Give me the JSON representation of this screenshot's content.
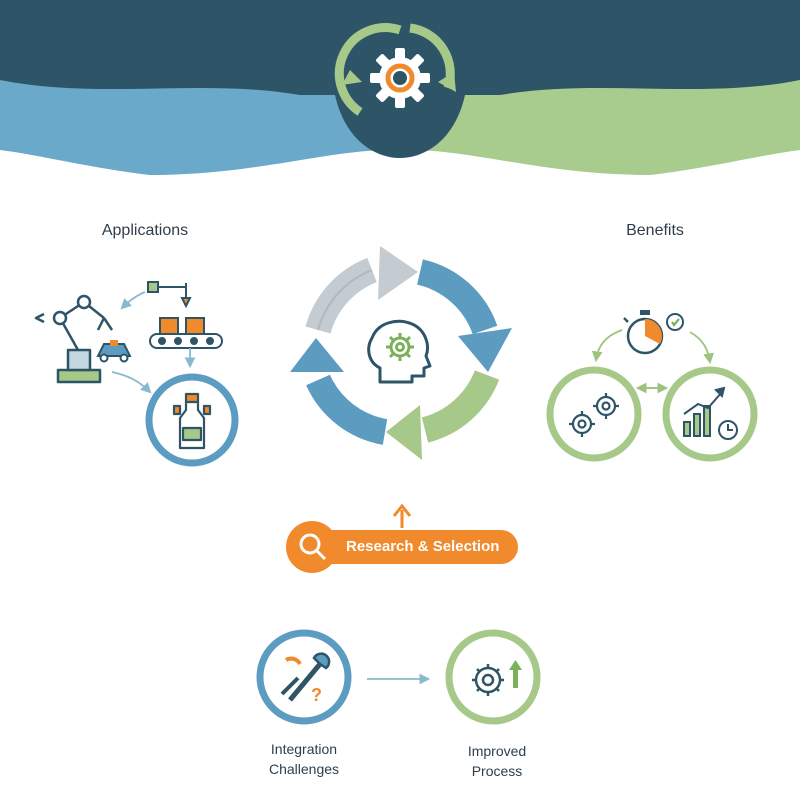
{
  "sections": {
    "applications": "Applications",
    "benefits": "Benefits"
  },
  "research": {
    "label": "Research & Selection"
  },
  "bottom": {
    "integration_line1": "Integration",
    "integration_line2": "Challenges",
    "improved_line1": "Improved",
    "improved_line2": "Process"
  },
  "colors": {
    "navy": "#2e5468",
    "blue": "#5b9cc0",
    "green": "#a6c98a",
    "orange": "#f08a2c",
    "gray": "#c4cbd1"
  },
  "icons": {
    "header": "gear-cycle-icon",
    "center": "head-gear-icon",
    "search": "search-icon",
    "tools": "wrench-screwdriver-icon",
    "improve": "gear-up-arrow-icon",
    "robot": "robot-arm-icon",
    "bottle": "bottle-icon",
    "stopwatch": "stopwatch-icon",
    "gears": "gears-icon",
    "growth": "growth-chart-icon"
  }
}
